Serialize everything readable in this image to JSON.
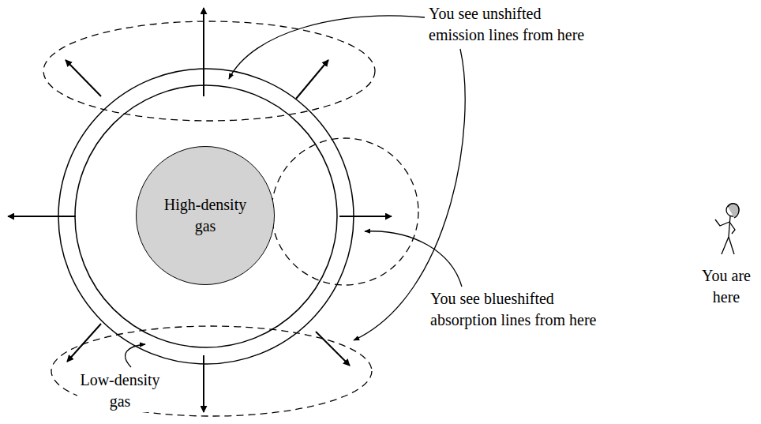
{
  "diagram": {
    "nodes": [
      {
        "text": [
          "High-density gas"
        ]
      }
    ],
    "labels": [
      "You see unshifted emission lines from here",
      "You see blueshifted absorption lines from here",
      "Low-density gas",
      "You are here"
    ]
  }
}
